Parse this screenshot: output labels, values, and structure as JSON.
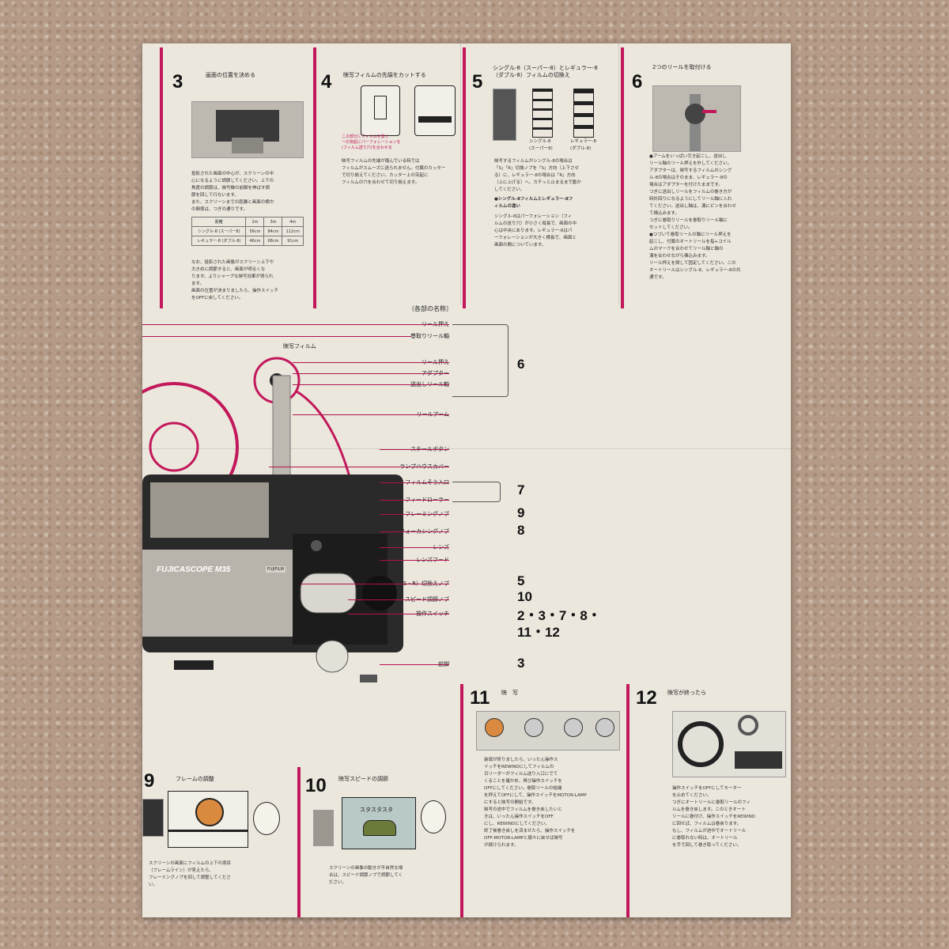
{
  "panels": {
    "p3": {
      "num": "3",
      "title": "画面の位置を決める",
      "text": "投影された画面の中心が、スクリーンの中\n心になるように調節してください。上下の\n角度の調節は、映写機の前脚を伸ばす調\n節を回して行ないます。\nまた、スクリーンまでの距離と画面の横巾\nの関係は、つぎの通りです。",
      "text2": "なお、投影された画像がスクリーン上下や\n大きめに調節すると、画面が明るくな\nります。よりシャープな映写効果が得られ\nます。\n画面の位置が決まりましたら、操作スイッチ\nをOFFに戻してください。",
      "table": {
        "headers": [
          "距離",
          "2m",
          "3m",
          "4m"
        ],
        "rows": [
          [
            "シングル-8\n(スーパー8)",
            "56cm",
            "84cm",
            "112cm"
          ],
          [
            "レギュラー-8\n(ダブル-8)",
            "46cm",
            "68cm",
            "91cm"
          ]
        ]
      }
    },
    "p4": {
      "num": "4",
      "title": "映写フィルムの先端をカットする",
      "caption": "この部分にフィルムを置く\n一の突起にパーフォレーションを\n(フィルム送り穴)を合わせる",
      "text": "映写フィルムの先端が傷んでいる時では\nフィルムがスムーズに送られません。付属のカッター\nで切り揃えてください。カッター上の突起に\nフィルムの穴を合わせて切り揃えます。"
    },
    "p5": {
      "num": "5",
      "title": "シングル-8（スーパー-8）とレギュラー-8\n（ダブル-8）フィルムの切換え",
      "cap1": "シングル-8\n(スーパー8)",
      "cap2": "レギュラー-8\n(ダブル-8)",
      "text": "映写するフィルムがシングル-8の場合は\n「S」「R」切換ノブを「S」方向（上下させ\nる）に、レギュラー-8の場合は「R」方向\n（上に上げる）へ、カチッと止まるまで動か\nしてください。",
      "sub": "●シングル-8フィルムとレギュラー-8フ\nィルムの違い",
      "text3": "シングル-8はパーフォレーション（フィ\nルムの送り穴）が小さく縦長で、画面の中\n心は中央にあります。レギュラー-8はパ\nーフォレーションが大きく横長で、画面と\n画面の間についています。"
    },
    "p6": {
      "num": "6",
      "title": "2つのリールを取付ける",
      "text": "●アームをいっぱい引き起こし、送出し\nリール軸のリール押えを外してください。\nアダプターは、映写するフィルムのシング\nル-8の場合はそのまま、レギュラー-8の\n場合はアダプターを付けたままです。\nつぎに送出しリールをフィルムの巻き方が\n時計回りになるようにしてリール軸に入れ\nてください。送出し軸は、溝にピンを合わせ\nて挿込みます。\nつぎに巻取りリールを巻取りリール軸に\nセットしてください。\n●つづいて巻取リールの軸にリール押えを\n起こし、付属のオートリールを指+コイル\nムのマークを合わせてリール軸と軸の\n溝を合わせながら挿込みます。\nリール押えを倒して固定してください。この\nオートリールはシングル-8、レギュラー-8の共\n通です。"
    },
    "p9": {
      "num": "9",
      "title": "フレームの調整",
      "text": "スクリーンの画面にフィルムの上下の境目\n（フレームライン）が見えたら、\nフレーミングノブを回して調整してくださ\nい。"
    },
    "p10": {
      "num": "10",
      "title": "映写スピードの調節",
      "card": "スタスタスタ",
      "text": "スクリーンの画像の動きが不自然な場\n合は、スピード調節ノブで調節してく\nださい。"
    },
    "p11": {
      "num": "11",
      "title": "映　写",
      "text": "装填が終りましたら、いったん操作ス\nイッチをREWINDにしてフィルムの\n日リーダーがフィルム送り入口にでて\nくることを確かめ、再び操作スイッチを\nOFFにしてください。巻取リールの始端\nを押えてOFFにして、操作スイッチをMOTOR-LAMP\nにすると映写の開始です。\n映写の途中でフィルムを巻き戻したいと\nきは、いったん操作スイッチをOFF\nにし、REWINDにしてください。\n終了後巻き戻しを済ませたら、操作スイッチを\nOFF-MOTOR-LAMPと順々に戻せば映写\nが続けられます。"
    },
    "p12": {
      "num": "12",
      "title": "映写が終ったら",
      "text": "操作スイッチをOFFにしてモーター\nを止めてください。\nつぎにオートリールに巻取リールのフィ\nルムを巻き戻します。このときオート\nリールに巻付け、操作スイッチをREWIND\nに回せば、フィルムは巻戻ります。\nもし、フィルムが途中でオートリール\nに巻取れない時は、オートリール\nを手で回して巻き取ってください。"
    }
  },
  "diagram": {
    "heading": "〔各部の名称〕",
    "film_label": "映写フィルム",
    "brand": "FUJICASCOPE M35",
    "badge": "FUJIFILM",
    "parts": [
      {
        "label": "リール押え",
        "ref": ""
      },
      {
        "label": "巻取りリール軸",
        "ref": ""
      },
      {
        "label": "リール押え",
        "ref": ""
      },
      {
        "label": "アダプター",
        "ref": ""
      },
      {
        "label": "送出しリール軸",
        "ref": ""
      },
      {
        "label": "リールアーム",
        "ref": ""
      },
      {
        "label": "スチールボタン",
        "ref": ""
      },
      {
        "label": "ランプハウスカバー",
        "ref": ""
      },
      {
        "label": "フィルムそう入口",
        "ref": ""
      },
      {
        "label": "フィードローラー",
        "ref": ""
      },
      {
        "label": "フレーミングノブ",
        "ref": "9"
      },
      {
        "label": "フォーカシングノブ",
        "ref": "8"
      },
      {
        "label": "レンズ",
        "ref": ""
      },
      {
        "label": "レンズフード",
        "ref": ""
      },
      {
        "label": "フィルム（S・R）切換えノブ",
        "ref": "5"
      },
      {
        "label": "スピード調節ノブ",
        "ref": "10"
      },
      {
        "label": "操作スイッチ",
        "ref": "2・3・7・8・"
      },
      {
        "label": "前脚",
        "ref": "3"
      }
    ],
    "ref_reel": "6",
    "ref_feed": "7",
    "ref_switch_2": "11・12"
  },
  "colors": {
    "accent": "#c2185b",
    "paper": "#ebe7dd",
    "carpet": "#b49a87"
  }
}
